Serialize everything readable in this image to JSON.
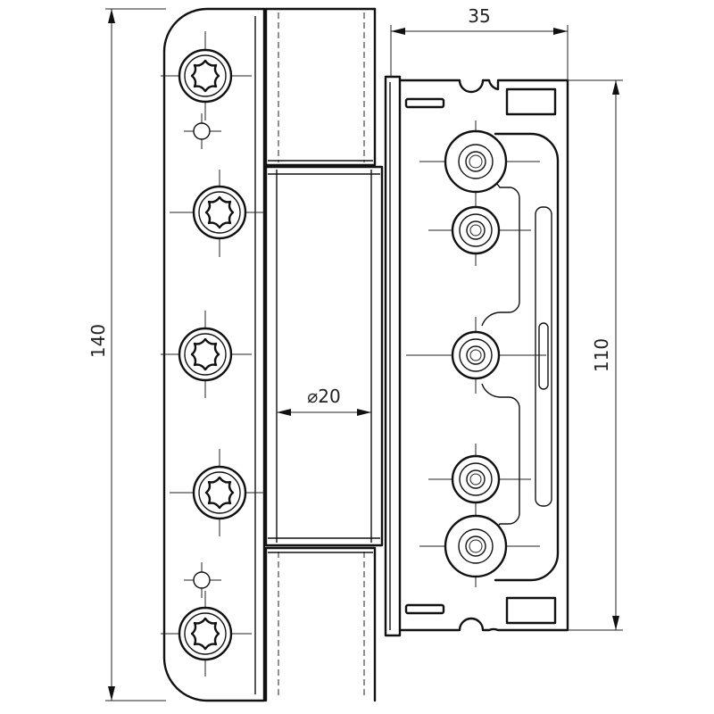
{
  "drawing": {
    "dimensions": {
      "total_height": "140",
      "body_height": "110",
      "body_width": "35",
      "barrel_diameter": "20",
      "diameter_symbol": "⌀"
    }
  }
}
